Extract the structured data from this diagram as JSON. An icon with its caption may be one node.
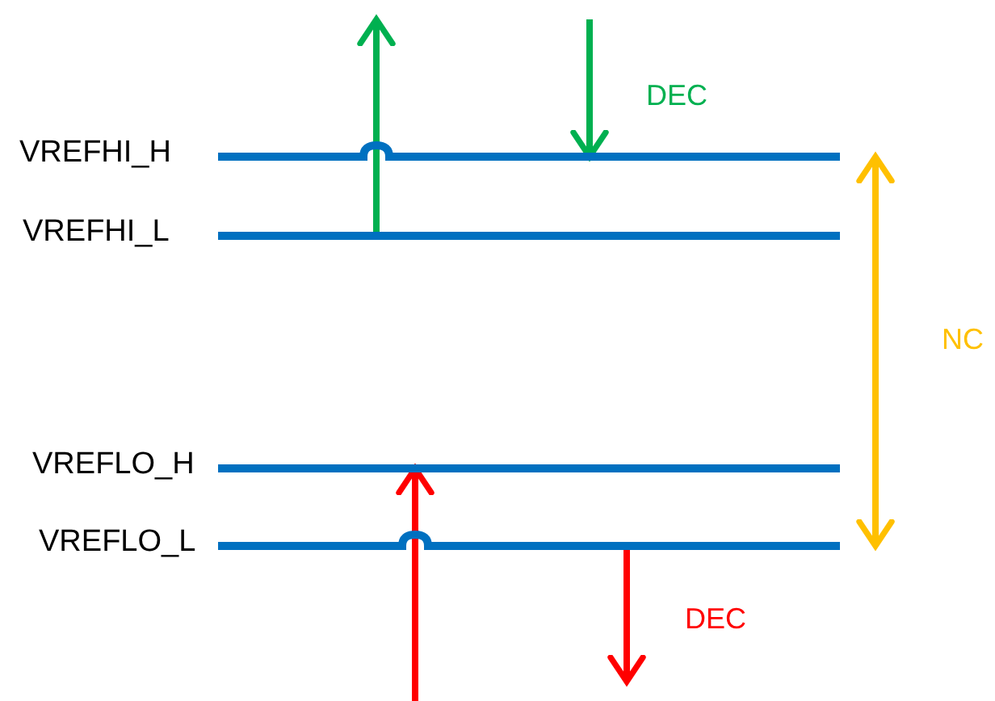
{
  "diagram": {
    "nodes": [
      {
        "text": [
          "VREFHI_H"
        ]
      },
      {
        "text": [
          "VREFHI_L"
        ]
      },
      {
        "text": [
          "VREFLO_H"
        ]
      },
      {
        "text": [
          "VREFLO_L"
        ]
      }
    ],
    "edges": [
      {
        "from": 1,
        "to": null,
        "arrow": "to",
        "color": "#00b050"
      },
      {
        "from": null,
        "to": 0,
        "arrow": "to",
        "label": "DEC",
        "color": "#00b050"
      },
      {
        "from": 0,
        "to": 3,
        "arrow": "both",
        "label": "NC",
        "color": "#ffc000"
      },
      {
        "from": null,
        "to": 2,
        "arrow": "to",
        "color": "#ff0000"
      },
      {
        "from": 3,
        "to": null,
        "arrow": "to",
        "label": "DEC",
        "color": "#ff0000"
      }
    ]
  }
}
